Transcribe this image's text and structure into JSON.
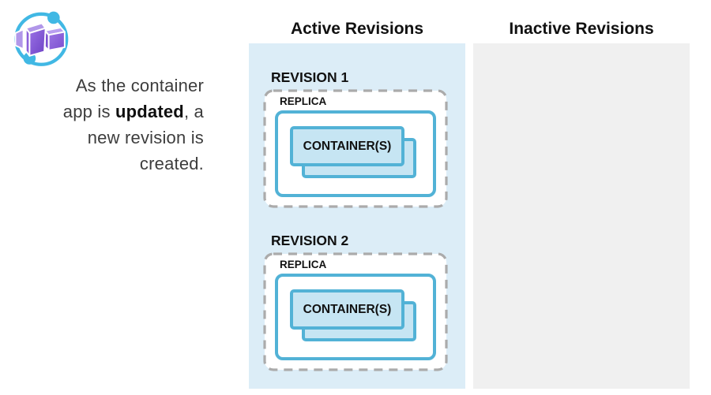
{
  "icon": {
    "name": "azure-container-apps-icon"
  },
  "caption": {
    "lines": [
      {
        "text": "As the container"
      },
      {
        "pre": "app is ",
        "bold": "updated",
        "post": ", a"
      },
      {
        "text": "new revision is"
      },
      {
        "text": "created."
      }
    ]
  },
  "columns": {
    "active": {
      "title": "Active Revisions",
      "revisions": [
        {
          "label": "REVISION 1",
          "replica_label": "REPLICA",
          "container_label": "CONTAINER(S)"
        },
        {
          "label": "REVISION 2",
          "replica_label": "REPLICA",
          "container_label": "CONTAINER(S)"
        }
      ]
    },
    "inactive": {
      "title": "Inactive Revisions",
      "revisions": []
    }
  },
  "colors": {
    "panel_active_bg": "#dcedf7",
    "panel_inactive_bg": "#f0f0f0",
    "box_border_blue": "#52b2d6",
    "container_fill": "#c6e5f3",
    "dashed_border_gray": "#ababab",
    "icon_blue": "#41b8e4",
    "icon_purple": "#9a71e6",
    "icon_purple_dark": "#6d41c4",
    "icon_purple_light": "#b197e9"
  }
}
